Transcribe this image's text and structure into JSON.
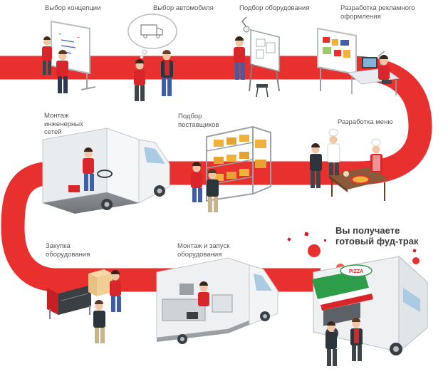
{
  "steps": {
    "concept": "Выбор концепции",
    "vehicle": "Выбор автомобиля",
    "equipment_selection": "Подбор оборудования",
    "ad_design": "Разработка рекламного оформления",
    "engineering": "Монтаж инженерных сетей",
    "suppliers": "Подбор поставщиков",
    "menu": "Разработка меню",
    "purchase": "Закупка оборудования",
    "installation": "Монтаж и запуск оборудования"
  },
  "final": {
    "title": "Вы получаете готовый фуд-трак",
    "brand": "PIZZA"
  },
  "colors": {
    "path": "#e8302e",
    "shirt": "#d9262b",
    "metal": "#cfd3d6",
    "truck": "#e9ecee"
  }
}
